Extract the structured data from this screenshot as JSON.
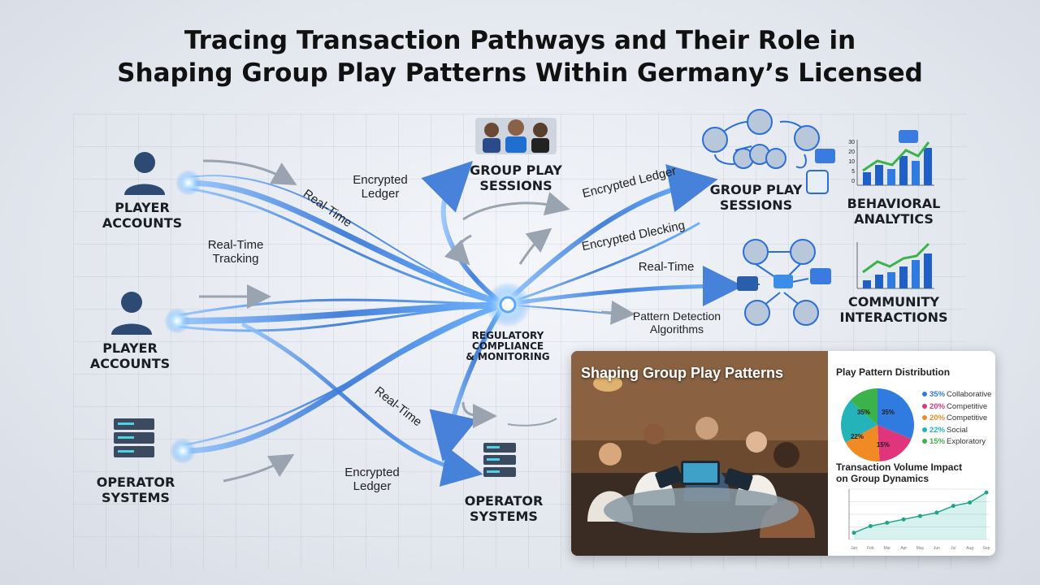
{
  "title": {
    "line1": "Tracing Transaction Pathways and Their Role in",
    "line2": "Shaping Group Play Patterns Within Germany’s Licensed"
  },
  "left_nodes": {
    "player_accounts_1": [
      "PLAYER",
      "ACCOUNTS"
    ],
    "player_accounts_2": [
      "PLAYER",
      "ACCOUNTS"
    ],
    "operator_systems": [
      "OPERATOR",
      "SYSTEMS"
    ]
  },
  "center_nodes": {
    "group_play_sessions": [
      "GROUP PLAY",
      "SESSIONS"
    ],
    "regulatory": [
      "REGULATORY",
      "COMPLIANCE",
      "& MONITORING"
    ],
    "operator_systems": [
      "OPERATOR",
      "SYSTEMS"
    ]
  },
  "right_nodes": {
    "group_play_sessions": [
      "GROUP PLAY",
      "SESSIONS"
    ],
    "behavioral_analytics": [
      "BEHAVIORAL",
      "ANALYTICS"
    ],
    "community_interactions": [
      "COMMUNITY",
      "INTERACTIONS"
    ]
  },
  "flow_labels": {
    "encrypted_ledger_top": [
      "Encrypted",
      "Ledger"
    ],
    "real_time_diag": "Real-Time",
    "real_time_tracking": [
      "Real-Time",
      "Tracking"
    ],
    "real_time_lower": "Real-Time",
    "encrypted_ledger_bottom": [
      "Encrypted",
      "Ledger"
    ],
    "encrypted_ledger_right": "Encrypted Ledger",
    "encrypted_dlecking": "Encrypted Dlecking",
    "real_time_right": "Real-Time",
    "pattern_detection": [
      "Pattern Detection",
      "Algorithms"
    ]
  },
  "card": {
    "photo_title": "Shaping Group Play Patterns",
    "pie_title": "Play Pattern Distribution",
    "pie": [
      {
        "pct": "35%",
        "label": "Collaborative",
        "color": "#2f7be0",
        "value": 35
      },
      {
        "pct": "20%",
        "label": "Competitive",
        "color": "#e0357a",
        "value": 20
      },
      {
        "pct": "20%",
        "label": "Competitive",
        "color": "#f08a24",
        "value": 20
      },
      {
        "pct": "22%",
        "label": "Social",
        "color": "#24b3b8",
        "value": 22
      },
      {
        "pct": "15%",
        "label": "Exploratory",
        "color": "#3bb34a",
        "value": 15
      }
    ],
    "pie_slice_labels": [
      "35%",
      "35%",
      "22%",
      "15%"
    ],
    "line_title": [
      "Transaction Volume Impact",
      "on Group Dynamics"
    ],
    "line_values": [
      2,
      4,
      5,
      6,
      7,
      8,
      10,
      11,
      14
    ],
    "line_ticks": [
      "Jan",
      "Feb",
      "Mar",
      "Apr",
      "May",
      "Jun",
      "Jul",
      "Aug",
      "Sep"
    ]
  },
  "mini_chart_ticks": [
    "30",
    "20",
    "10",
    "5",
    "0"
  ],
  "colors": {
    "flow": "#2f7be0",
    "accent": "#3bb34a"
  }
}
